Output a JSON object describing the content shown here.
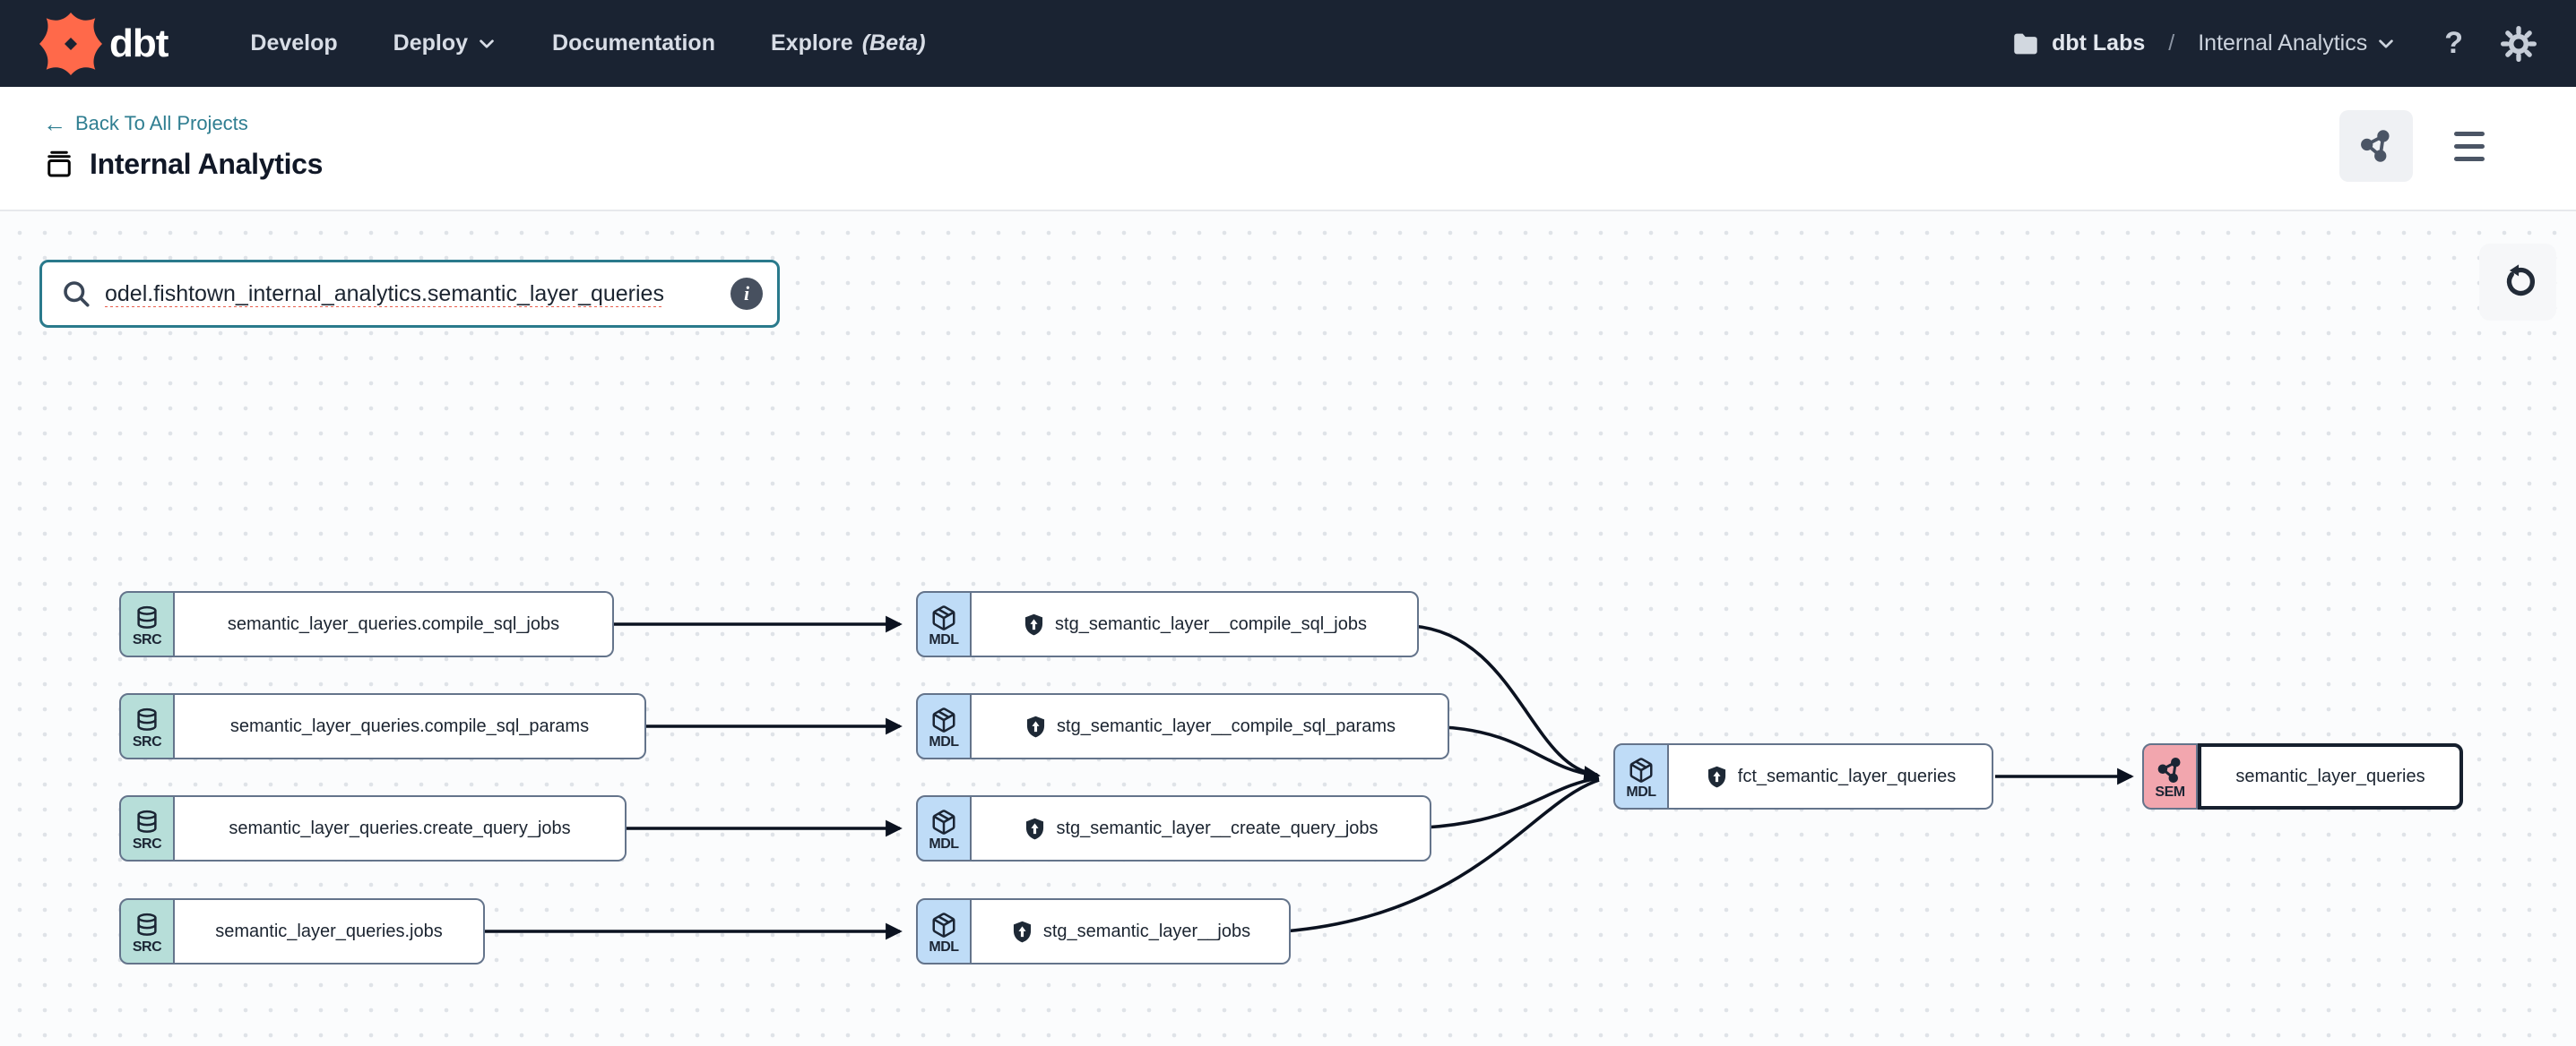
{
  "navbar": {
    "logo_text": "dbt",
    "menu": {
      "develop": "Develop",
      "deploy": "Deploy",
      "documentation": "Documentation",
      "explore": "Explore",
      "explore_beta": "(Beta)"
    },
    "account_name": "dbt Labs",
    "breadcrumb_separator": "/",
    "project_name": "Internal Analytics",
    "help_label": "?"
  },
  "header": {
    "back_arrow": "←",
    "back_link": "Back To All Projects",
    "title": "Internal Analytics"
  },
  "canvas": {
    "search_value": "odel.fishtown_internal_analytics.semantic_layer_queries",
    "info_label": "i"
  },
  "graph": {
    "nodes": [
      {
        "type": "SRC",
        "label": "semantic_layer_queries.compile_sql_jobs"
      },
      {
        "type": "SRC",
        "label": "semantic_layer_queries.compile_sql_params"
      },
      {
        "type": "SRC",
        "label": "semantic_layer_queries.create_query_jobs"
      },
      {
        "type": "SRC",
        "label": "semantic_layer_queries.jobs"
      },
      {
        "type": "MDL",
        "label": "stg_semantic_layer__compile_sql_jobs"
      },
      {
        "type": "MDL",
        "label": "stg_semantic_layer__compile_sql_params"
      },
      {
        "type": "MDL",
        "label": "stg_semantic_layer__create_query_jobs"
      },
      {
        "type": "MDL",
        "label": "stg_semantic_layer__jobs"
      },
      {
        "type": "MDL",
        "label": "fct_semantic_layer_queries"
      },
      {
        "type": "SEM",
        "label": "semantic_layer_queries"
      }
    ]
  },
  "colors": {
    "navbar_bg": "#1a2332",
    "logo_orange": "#ff694a",
    "accent_teal": "#2a7a8c",
    "src_badge": "#b7ded9",
    "mdl_badge": "#bfdcf7",
    "sem_badge": "#f2a6ae",
    "edge": "#0b1220",
    "underline_red": "#e8604f"
  }
}
